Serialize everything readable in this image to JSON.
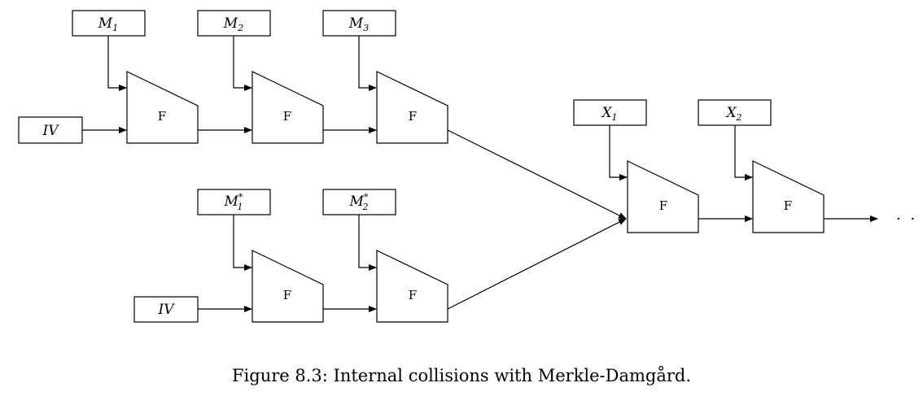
{
  "top_chain": {
    "iv": {
      "base": "IV"
    },
    "messages": [
      {
        "base": "M",
        "sub": "1"
      },
      {
        "base": "M",
        "sub": "2"
      },
      {
        "base": "M",
        "sub": "3"
      }
    ]
  },
  "bottom_chain": {
    "iv": {
      "base": "IV"
    },
    "messages": [
      {
        "base": "M",
        "sub": "1",
        "sup": "*"
      },
      {
        "base": "M",
        "sub": "2",
        "sup": "*"
      }
    ]
  },
  "tail_chain": {
    "messages": [
      {
        "base": "X",
        "sub": "1"
      },
      {
        "base": "X",
        "sub": "2"
      }
    ]
  },
  "function_label": "F",
  "continuation": "· · ·",
  "caption": "Figure 8.3: Internal collisions with Merkle-Damgård."
}
